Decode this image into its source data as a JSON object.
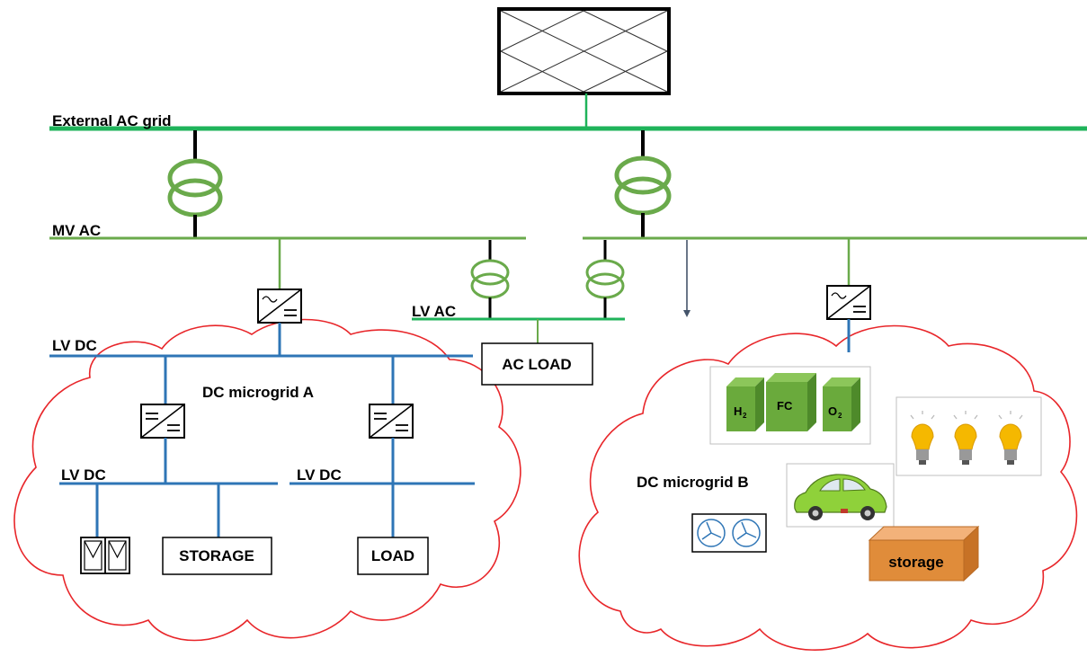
{
  "labels": {
    "external_ac_grid": "External AC grid",
    "mv_ac": "MV AC",
    "lv_ac": "LV AC",
    "lv_dc_main": "LV DC",
    "lv_dc_left": "LV DC",
    "lv_dc_right": "LV DC",
    "dc_microgrid_a": "DC microgrid A",
    "dc_microgrid_b": "DC microgrid B",
    "ac_load": "AC LOAD",
    "storage_a": "STORAGE",
    "load_a": "LOAD",
    "storage_b": "storage",
    "h2_main": "H",
    "h2_sub": "2",
    "fc": "FC",
    "o2_main": "O",
    "o2_sub": "2"
  },
  "colors": {
    "ac_bus": "#1fb35a",
    "mv_bus": "#6aaa4b",
    "dc_bus": "#2e75b6",
    "cloud": "#e8262a",
    "transformer": "#6aaa4b",
    "storage_box": "#e08c3a",
    "fuel_cell": "#6aaa3c",
    "bulb": "#f5b800",
    "car": "#8fd13a"
  },
  "icons": [
    "grid-substation-icon",
    "transformer-icon",
    "converter-icon",
    "pv-panel-icon",
    "wind-turbine-icon",
    "fuel-cell-icon",
    "bulb-icon",
    "car-icon",
    "storage-icon"
  ]
}
